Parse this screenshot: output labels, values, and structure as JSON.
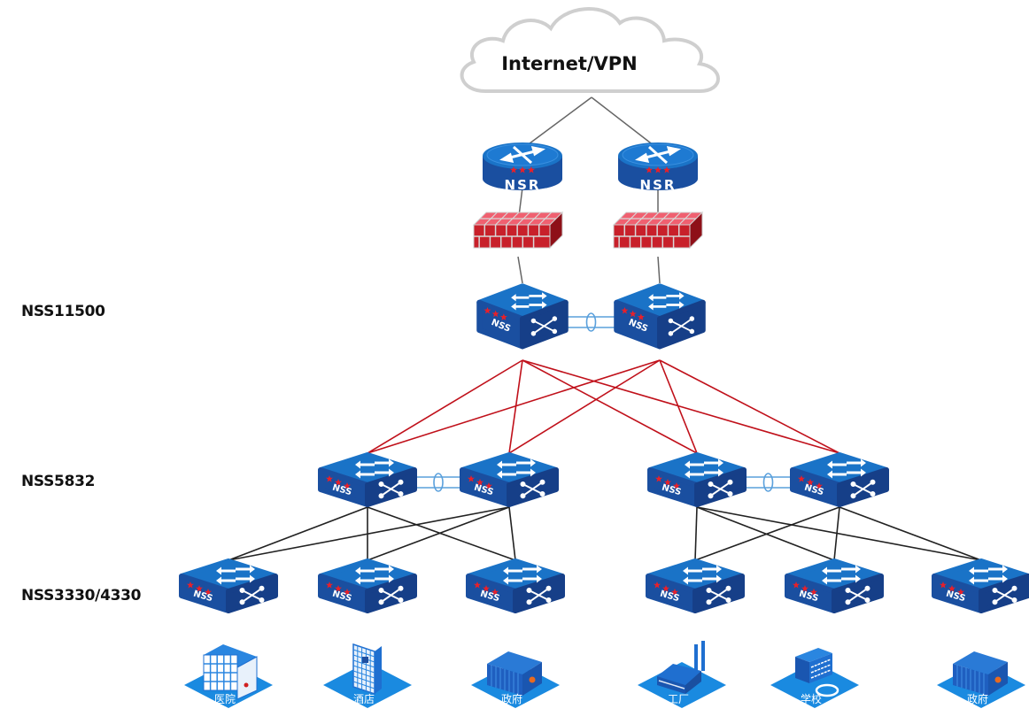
{
  "cloud": {
    "label": "Internet/VPN"
  },
  "tiers": [
    {
      "id": "core",
      "label": "NSS11500"
    },
    {
      "id": "aggregation",
      "label": "NSS5832"
    },
    {
      "id": "access",
      "label": "NSS3330/4330"
    }
  ],
  "routers": [
    {
      "id": "nsr-1",
      "label": "NSR"
    },
    {
      "id": "nsr-2",
      "label": "NSR"
    }
  ],
  "firewalls": [
    {
      "id": "fw-1"
    },
    {
      "id": "fw-2"
    }
  ],
  "switch_label": "NSS",
  "core_switches": [
    {
      "id": "core-1"
    },
    {
      "id": "core-2"
    }
  ],
  "aggregation_switches": [
    {
      "id": "agg-1"
    },
    {
      "id": "agg-2"
    },
    {
      "id": "agg-3"
    },
    {
      "id": "agg-4"
    }
  ],
  "access_switches": [
    {
      "id": "acc-1"
    },
    {
      "id": "acc-2"
    },
    {
      "id": "acc-3"
    },
    {
      "id": "acc-4"
    },
    {
      "id": "acc-5"
    },
    {
      "id": "acc-6"
    }
  ],
  "buildings": [
    {
      "id": "hospital",
      "type": "hospital",
      "label": "医院"
    },
    {
      "id": "hotel",
      "type": "hotel",
      "label": "酒店"
    },
    {
      "id": "government-1",
      "type": "government",
      "label": "政府"
    },
    {
      "id": "factory",
      "type": "factory",
      "label": "工厂"
    },
    {
      "id": "school",
      "type": "school",
      "label": "学校"
    },
    {
      "id": "government-2",
      "type": "government",
      "label": "政府"
    }
  ],
  "links": {
    "wan": [
      [
        "cloud",
        "nsr-1"
      ],
      [
        "cloud",
        "nsr-2"
      ],
      [
        "nsr-1",
        "fw-1"
      ],
      [
        "nsr-2",
        "fw-2"
      ],
      [
        "fw-1",
        "core-1"
      ],
      [
        "fw-2",
        "core-2"
      ]
    ],
    "stack": [
      [
        "core-1",
        "core-2"
      ],
      [
        "agg-1",
        "agg-2"
      ],
      [
        "agg-3",
        "agg-4"
      ]
    ],
    "core_to_agg": [
      [
        "core-1",
        "agg-1"
      ],
      [
        "core-1",
        "agg-2"
      ],
      [
        "core-1",
        "agg-3"
      ],
      [
        "core-1",
        "agg-4"
      ],
      [
        "core-2",
        "agg-1"
      ],
      [
        "core-2",
        "agg-2"
      ],
      [
        "core-2",
        "agg-3"
      ],
      [
        "core-2",
        "agg-4"
      ]
    ],
    "agg_to_access": [
      [
        "agg-1",
        "acc-1"
      ],
      [
        "agg-1",
        "acc-2"
      ],
      [
        "agg-1",
        "acc-3"
      ],
      [
        "agg-2",
        "acc-1"
      ],
      [
        "agg-2",
        "acc-2"
      ],
      [
        "agg-2",
        "acc-3"
      ],
      [
        "agg-3",
        "acc-4"
      ],
      [
        "agg-3",
        "acc-5"
      ],
      [
        "agg-3",
        "acc-6"
      ],
      [
        "agg-4",
        "acc-4"
      ],
      [
        "agg-4",
        "acc-5"
      ],
      [
        "agg-4",
        "acc-6"
      ]
    ]
  },
  "colors": {
    "device_top": "#1a73c7",
    "device_side": "#1a4fa0",
    "device_dark": "#163f88",
    "star": "#e8202a",
    "firewall_face": "#c8202a",
    "firewall_top": "#f06070",
    "firewall_side": "#8e1018",
    "core_link": "#c0101a",
    "access_link": "#222222",
    "wan_link": "#666666",
    "stack_link": "#5aa0dc",
    "cloud_stroke": "#cfcfcf",
    "building_base": "#1a8ae0",
    "building_body": "#1f6fd0"
  }
}
